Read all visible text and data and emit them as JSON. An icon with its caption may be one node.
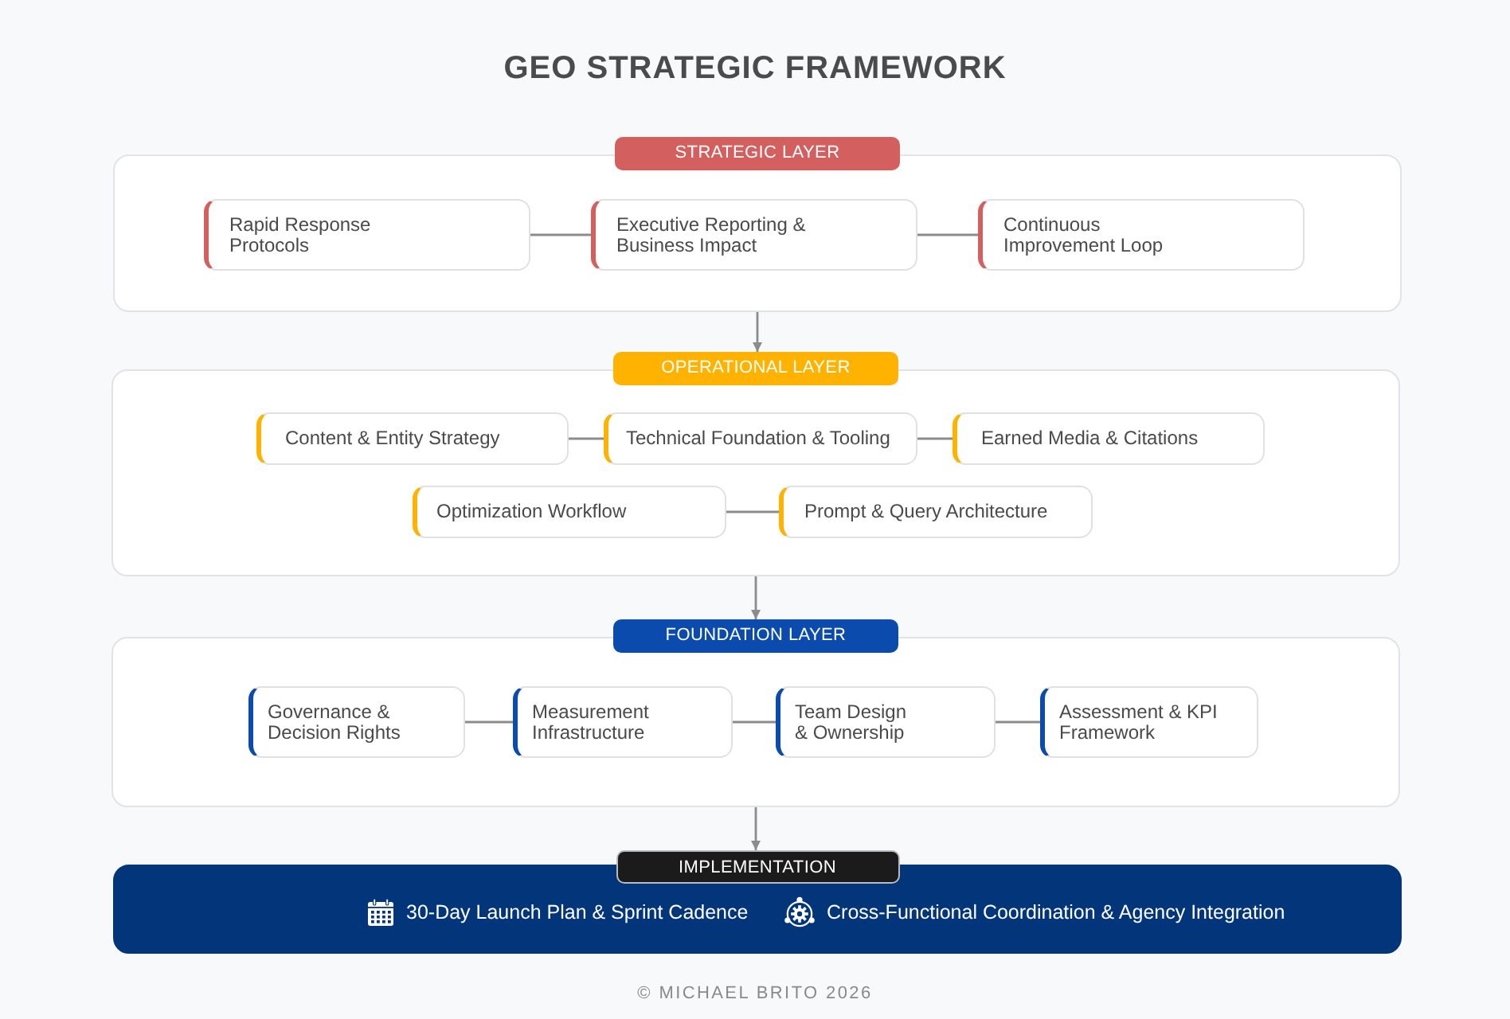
{
  "diagram": {
    "title": "GEO STRATEGIC FRAMEWORK",
    "nodes": [
      {
        "text": [
          "STRATEGIC LAYER"
        ]
      },
      {
        "text": [
          "Rapid Response Protocols"
        ],
        "in": 0
      },
      {
        "text": [
          "Executive Reporting & Business Impact"
        ],
        "in": 0
      },
      {
        "text": [
          "Continuous Improvement Loop"
        ],
        "in": 0
      },
      {
        "text": [
          "OPERATIONAL LAYER"
        ]
      },
      {
        "text": [
          "Content & Entity Strategy"
        ],
        "in": 4
      },
      {
        "text": [
          "Technical Foundation & Tooling"
        ],
        "in": 4
      },
      {
        "text": [
          "Earned Media & Citations"
        ],
        "in": 4
      },
      {
        "text": [
          "Optimization Workflow"
        ],
        "in": 4
      },
      {
        "text": [
          "Prompt & Query Architecture"
        ],
        "in": 4
      },
      {
        "text": [
          "FOUNDATION LAYER"
        ]
      },
      {
        "text": [
          "Governance & Decision Rights"
        ],
        "in": 10
      },
      {
        "text": [
          "Measurement Infrastructure"
        ],
        "in": 10
      },
      {
        "text": [
          "Team Design & Ownership"
        ],
        "in": 10
      },
      {
        "text": [
          "Assessment & KPI Framework"
        ],
        "in": 10
      },
      {
        "text": [
          "IMPLEMENTATION",
          "30-Day Launch Plan & Sprint Cadence",
          "Cross-Functional Coordination & Agency Integration"
        ]
      }
    ],
    "edges": [
      {
        "from": 1,
        "to": 2,
        "arrow": "none"
      },
      {
        "from": 2,
        "to": 3,
        "arrow": "none"
      },
      {
        "from": 0,
        "to": 4,
        "arrow": "to"
      },
      {
        "from": 5,
        "to": 6,
        "arrow": "none"
      },
      {
        "from": 6,
        "to": 7,
        "arrow": "none"
      },
      {
        "from": 8,
        "to": 9,
        "arrow": "none"
      },
      {
        "from": 4,
        "to": 10,
        "arrow": "to"
      },
      {
        "from": 11,
        "to": 12,
        "arrow": "none"
      },
      {
        "from": 12,
        "to": 13,
        "arrow": "none"
      },
      {
        "from": 13,
        "to": 14,
        "arrow": "none"
      },
      {
        "from": 10,
        "to": 15,
        "arrow": "to"
      }
    ],
    "labels": [
      "© MICHAEL BRITO 2026"
    ]
  }
}
